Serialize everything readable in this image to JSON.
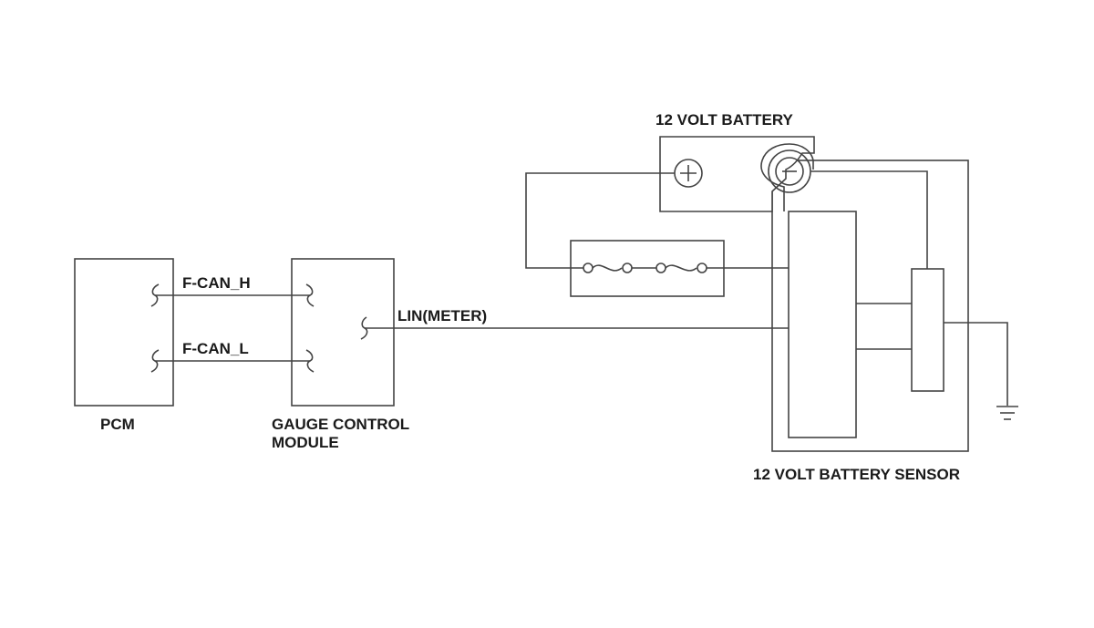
{
  "labels": {
    "battery": "12 VOLT BATTERY",
    "sensor": "12 VOLT BATTERY SENSOR",
    "pcm": "PCM",
    "gauge_line1": "GAUGE CONTROL",
    "gauge_line2": "MODULE",
    "can_h": "F-CAN_H",
    "can_l": "F-CAN_L",
    "lin": "LIN(METER)"
  },
  "icons": {
    "positive": "plus-terminal-icon",
    "negative": "minus-terminal-icon",
    "ground": "ground-icon",
    "fuse": "fuse-icon",
    "connector": "connector-icon"
  },
  "colors": {
    "line": "#444444",
    "text": "#1a1a1a",
    "background": "#ffffff"
  }
}
